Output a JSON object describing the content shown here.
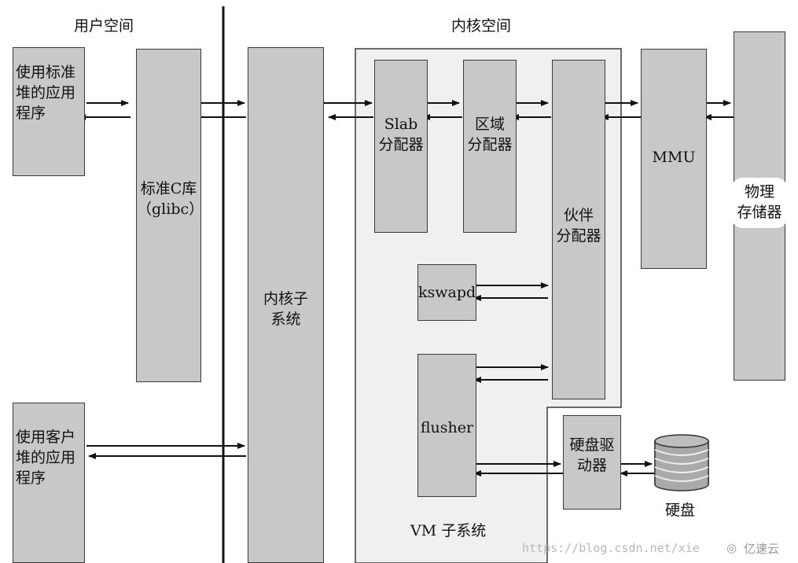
{
  "headers": {
    "user_space": "用户空间",
    "kernel_space": "内核空间"
  },
  "boxes": {
    "std_app": [
      "使用标准",
      "堆的应用",
      "程序"
    ],
    "glibc": [
      "标准C库",
      "（glibc）"
    ],
    "kernel_subsystem": [
      "内核子",
      "系统"
    ],
    "slab": [
      "Slab",
      "分配器"
    ],
    "zone": [
      "区域",
      "分配器"
    ],
    "buddy": [
      "伙伴",
      "分配器"
    ],
    "mmu": "MMU",
    "physical_memory": [
      "物理",
      "存储器"
    ],
    "kswapd": "kswapd",
    "flusher": "flusher",
    "custom_app": [
      "使用客户",
      "堆的应用",
      "程序"
    ],
    "disk_driver": [
      "硬盘驱",
      "动器"
    ]
  },
  "vm_subsystem": "VM 子系统",
  "disk": "硬盘",
  "watermark": {
    "url": "https://blog.csdn.net/xie",
    "brand": "亿速云"
  },
  "colors": {
    "box_fill": "#c8c8c8",
    "border": "#3a3a3a",
    "region_fill": "#f0f0f0"
  }
}
